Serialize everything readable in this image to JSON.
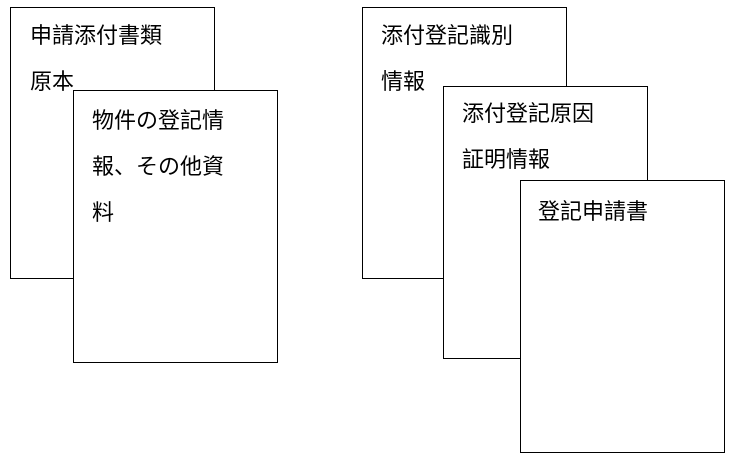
{
  "left_group": {
    "back_doc": {
      "label_lines": [
        "申請添付書類",
        "原本"
      ]
    },
    "front_doc": {
      "label_lines": [
        "物件の登記情",
        "報、その他資",
        "料"
      ]
    }
  },
  "right_group": {
    "back_doc": {
      "label_lines": [
        "添付登記識別",
        "情報"
      ]
    },
    "middle_doc": {
      "label_lines": [
        "添付登記原因",
        "証明情報"
      ]
    },
    "front_doc": {
      "label_lines": [
        "登記申請書"
      ]
    }
  }
}
